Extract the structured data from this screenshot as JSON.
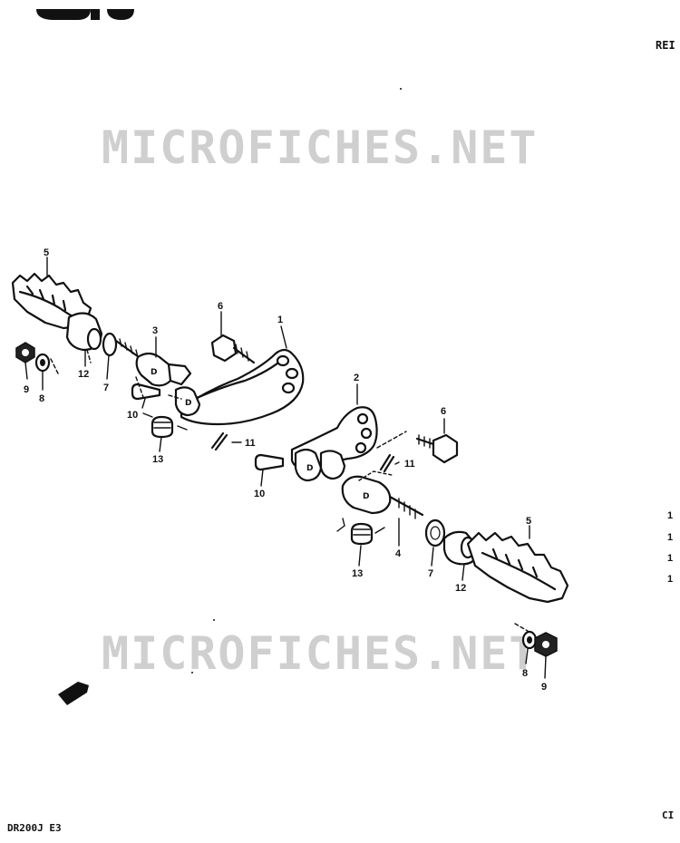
{
  "header": {
    "top_right_fragment": "REI"
  },
  "watermarks": [
    "MICROFICHES.NET",
    "MICROFICHES.NET"
  ],
  "callouts": {
    "c5a": "5",
    "c6a": "6",
    "c1": "1",
    "c3": "3",
    "c9a": "9",
    "c8a": "8",
    "c12a": "12",
    "c7a": "7",
    "c10a": "10",
    "c13a": "13",
    "c11a": "11",
    "c2": "2",
    "c6b": "6",
    "c11b": "11",
    "c10b": "10",
    "c4": "4",
    "c13b": "13",
    "c7b": "7",
    "c12b": "12",
    "c5b": "5",
    "c8b": "8",
    "c9b": "9"
  },
  "right_margin_marks": [
    "1",
    "1",
    "1",
    "1"
  ],
  "footer": {
    "model_code": "DR200J E3",
    "bottom_right_fragment": "CI"
  },
  "colors": {
    "line": "#111111",
    "watermark": "#cfcfcf",
    "background": "#ffffff"
  }
}
